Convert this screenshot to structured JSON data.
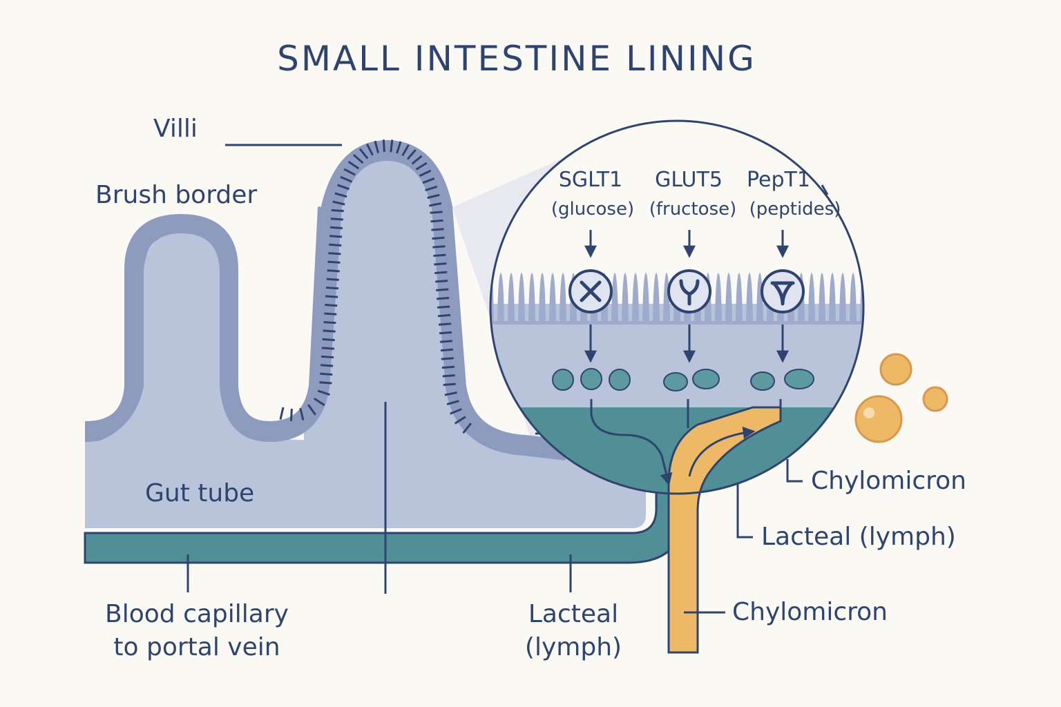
{
  "title": "SMALL INTESTINE LINING",
  "labels": {
    "villi": "Villi",
    "brush_border": "Brush border",
    "gut_tube": "Gut tube",
    "blood_capillary": "Blood capillary",
    "blood_capillary_line2": "to portal vein",
    "lacteal_bottom": "Lacteal",
    "lacteal_bottom_line2": "(lymph)",
    "chylomicron_right_top": "Chylomicron",
    "lacteal_right": "Lacteal (lymph)",
    "chylomicron_right_bottom": "Chylomicron"
  },
  "transporters": [
    {
      "name": "SGLT1",
      "substrate": "(glucose)",
      "symbol": "X"
    },
    {
      "name": "GLUT5",
      "substrate": "(fructose)",
      "symbol": "Y"
    },
    {
      "name": "PepT1",
      "substrate": "(peptides)",
      "symbol": "Y-bar"
    }
  ],
  "colors": {
    "background": "#fbf9f3",
    "tissue": "#b9c3da",
    "tissue_edge": "#8d9bbf",
    "outline": "#2e4470",
    "blood": "#4f8f95",
    "lymph": "#eeb966",
    "nutrient": "#5c9aa0"
  }
}
